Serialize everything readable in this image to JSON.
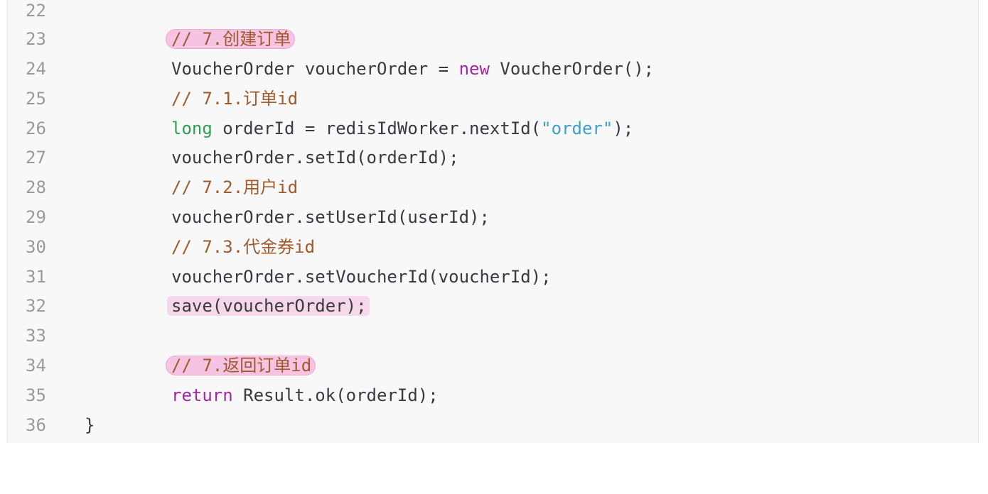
{
  "lines": [
    {
      "no": "22"
    },
    {
      "no": "23",
      "comment": "// 7.创建订单"
    },
    {
      "no": "24",
      "t1": "VoucherOrder voucherOrder = ",
      "kw": "new",
      "t2": " VoucherOrder();"
    },
    {
      "no": "25",
      "comment": "// 7.1.订单id"
    },
    {
      "no": "26",
      "type": "long",
      "t1": " orderId = redisIdWorker.nextId(",
      "str": "\"order\"",
      "t2": ");"
    },
    {
      "no": "27",
      "t1": "voucherOrder.setId(orderId);"
    },
    {
      "no": "28",
      "comment": "// 7.2.用户id"
    },
    {
      "no": "29",
      "t1": "voucherOrder.setUserId(userId);"
    },
    {
      "no": "30",
      "comment": "// 7.3.代金券id"
    },
    {
      "no": "31",
      "t1": "voucherOrder.setVoucherId(voucherId);"
    },
    {
      "no": "32",
      "t1": "save(voucherOrder);"
    },
    {
      "no": "33"
    },
    {
      "no": "34",
      "comment": "// 7.返回订单id"
    },
    {
      "no": "35",
      "kw": "return",
      "t1": " Result.ok(orderId);"
    },
    {
      "no": "36",
      "t1": "}"
    }
  ],
  "colors": {
    "background": "#f8f8f8",
    "keyword": "#a626a4",
    "type": "#2f9e54",
    "string": "#3d9fd0",
    "comment": "#a05a2c",
    "highlight": "#f7c3e3"
  }
}
